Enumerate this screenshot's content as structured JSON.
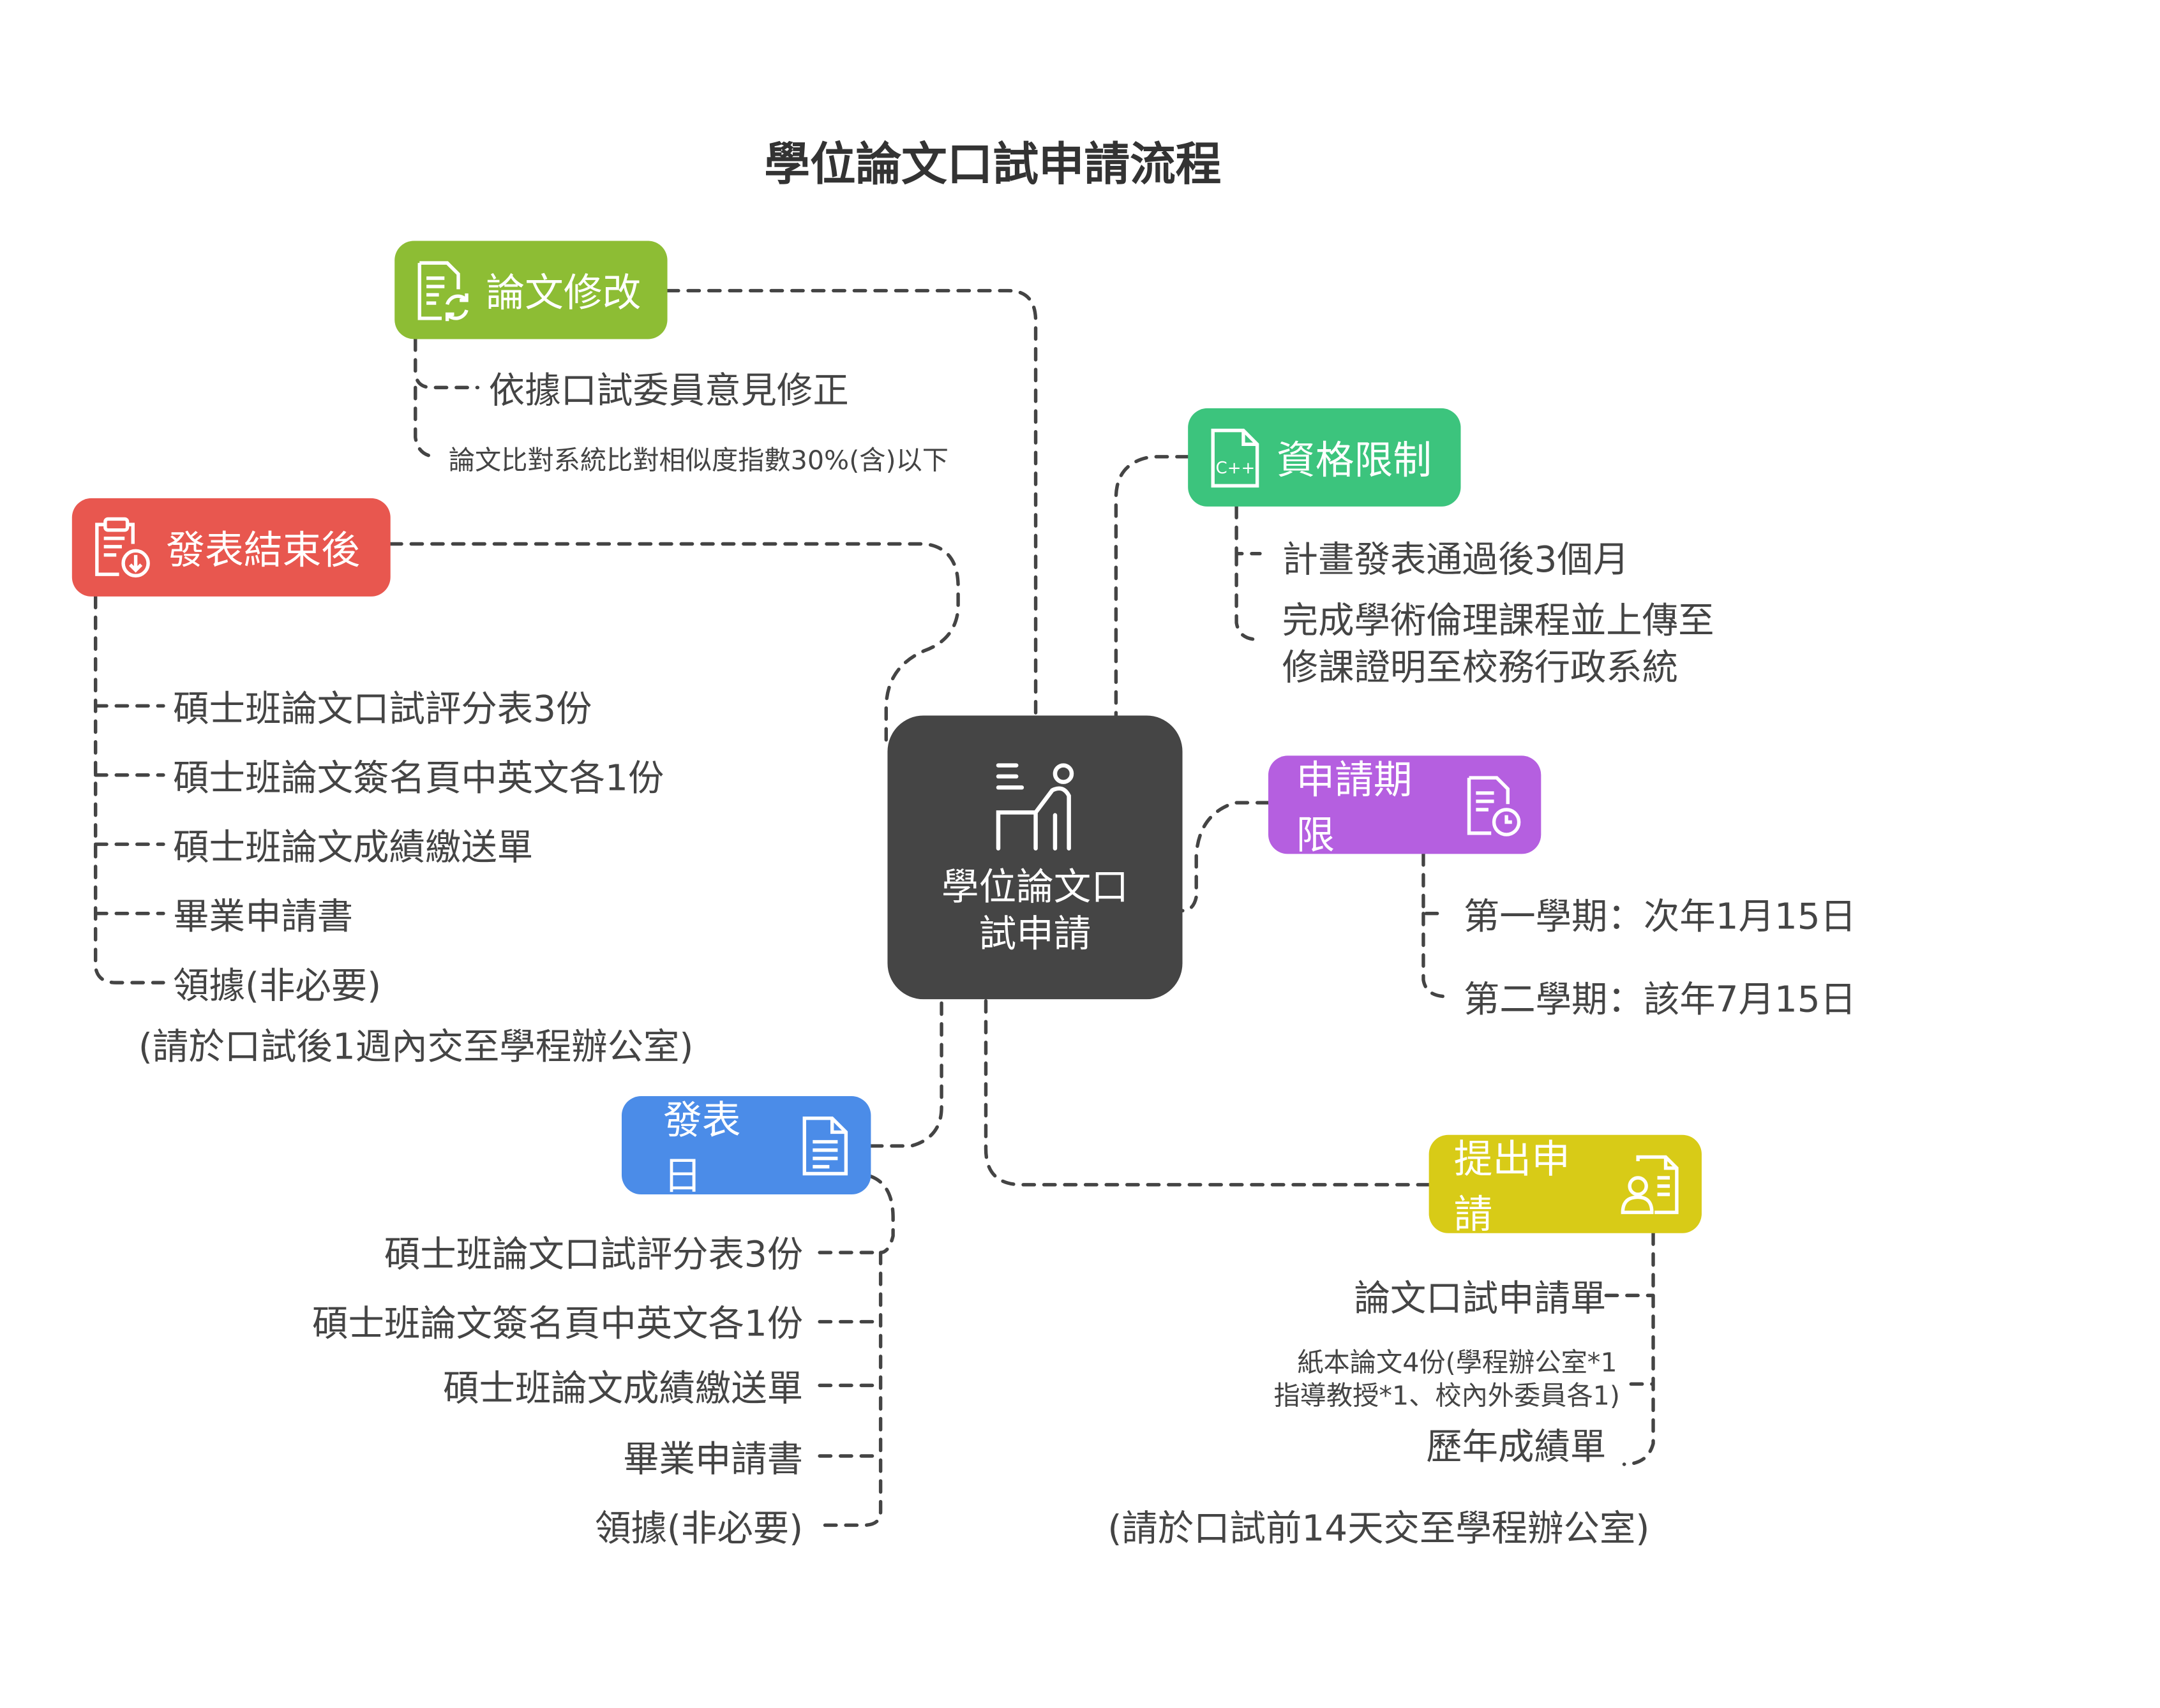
{
  "title": "學位論文口試申請流程",
  "center": {
    "label_line1": "學位論文口",
    "label_line2": "試申請",
    "icon": "presenter-icon"
  },
  "colors": {
    "revise": "#8dbd34",
    "qualify": "#3cc47d",
    "after": "#e8574f",
    "deadline": "#b55fe0",
    "day": "#4b8ce8",
    "submit": "#d8cb17",
    "center": "#454545",
    "text": "#444444"
  },
  "revise": {
    "label": "論文修改",
    "icon": "document-refresh-icon",
    "items": [
      "依據口試委員意見修正",
      "論文比對系統比對相似度指數30%(含)以下"
    ]
  },
  "qualify": {
    "label": "資格限制",
    "icon": "code-file-icon",
    "items": [
      "計畫發表通過後3個月",
      "完成學術倫理課程並上傳至",
      "修課證明至校務行政系統"
    ]
  },
  "after": {
    "label": "發表結束後",
    "icon": "clipboard-download-icon",
    "items": [
      "碩士班論文口試評分表3份",
      "碩士班論文簽名頁中英文各1份",
      "碩士班論文成績繳送單",
      "畢業申請書",
      "領據(非必要)"
    ],
    "note": "(請於口試後1週內交至學程辦公室)"
  },
  "deadline": {
    "label": "申請期限",
    "icon": "document-clock-icon",
    "items": [
      "第一學期：次年1月15日",
      "第二學期：該年7月15日"
    ]
  },
  "day": {
    "label": "發表日",
    "icon": "document-icon",
    "items": [
      "碩士班論文口試評分表3份",
      "碩士班論文簽名頁中英文各1份",
      "碩士班論文成績繳送單",
      "畢業申請書",
      "領據(非必要)"
    ]
  },
  "submit": {
    "label": "提出申請",
    "icon": "user-form-icon",
    "items": [
      "論文口試申請單",
      "紙本論文4份(學程辦公室*1",
      "指導教授*1、校內外委員各1)",
      "歷年成績單"
    ],
    "note": "(請於口試前14天交至學程辦公室)"
  }
}
